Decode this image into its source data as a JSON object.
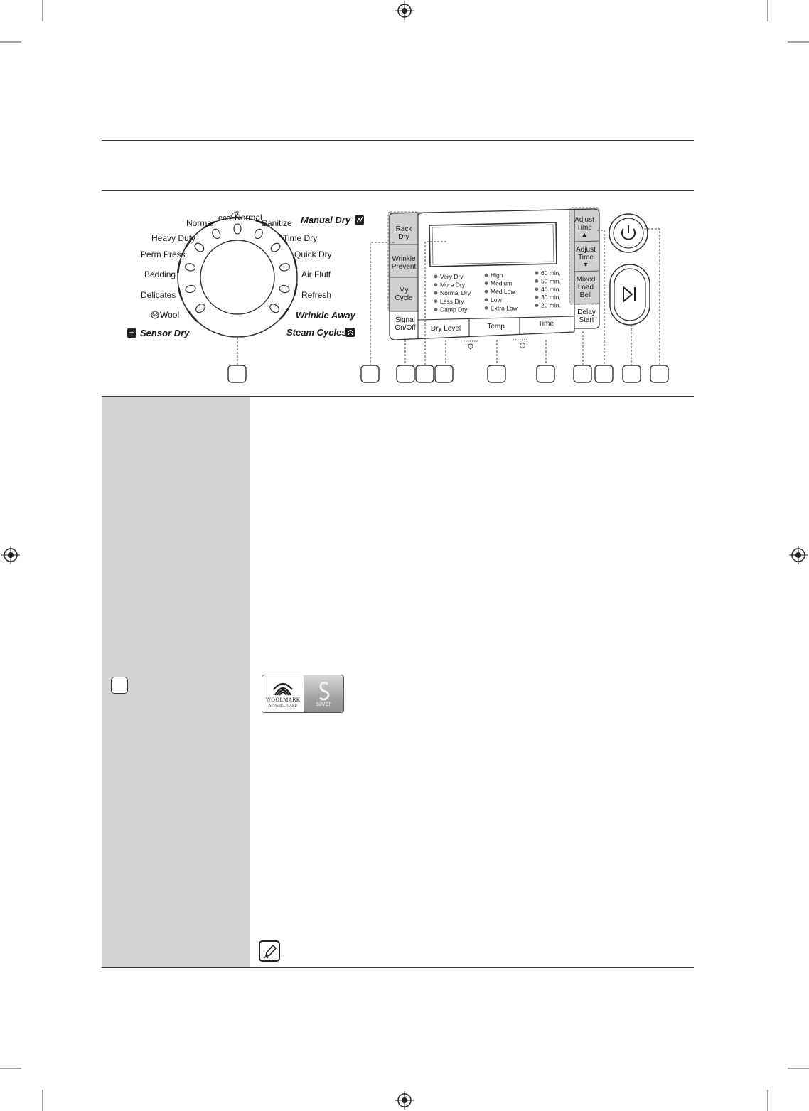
{
  "dial": {
    "left_labels": [
      "Normal",
      "Heavy Duty",
      "Perm Press",
      "Bedding",
      "Delicates",
      "Wool"
    ],
    "top_label_eco": "eco",
    "top_label_normal": "Normal",
    "right_labels": [
      "Sanitize",
      "Time Dry",
      "Quick Dry",
      "Air Fluff",
      "Refresh"
    ],
    "manual_dry": "Manual Dry",
    "wrinkle_away": "Wrinkle Away",
    "sensor_dry": "Sensor Dry",
    "steam_cycles": "Steam Cycles"
  },
  "panel": {
    "left_buttons": [
      {
        "line1": "Rack",
        "line2": "Dry"
      },
      {
        "line1": "Wrinkle",
        "line2": "Prevent"
      },
      {
        "line1": "My",
        "line2": "Cycle"
      }
    ],
    "signal": {
      "line1": "Signal",
      "line2": "On/Off"
    },
    "dry_level": {
      "label": "Dry Level",
      "options": [
        "Very Dry",
        "More Dry",
        "Normal Dry",
        "Less Dry",
        "Damp Dry"
      ]
    },
    "temp": {
      "label": "Temp.",
      "options": [
        "High",
        "Medium",
        "Med Low",
        "Low",
        "Extra Low"
      ]
    },
    "time": {
      "label": "Time",
      "options": [
        "60 min.",
        "50 min.",
        "40 min.",
        "30 min.",
        "20 min."
      ]
    },
    "right_buttons": [
      {
        "line1": "Adjust",
        "line2": "Time",
        "arrow": "▲"
      },
      {
        "line1": "Adjust",
        "line2": "Time",
        "arrow": "▼"
      },
      {
        "line1": "Mixed",
        "line2": "Load",
        "line3": "Bell"
      }
    ],
    "delay": {
      "line1": "Delay",
      "line2": "Start"
    },
    "colors": {
      "line": "#333333",
      "highlight": "#d0d0d0",
      "indicator": "#666666"
    }
  },
  "logos": {
    "woolmark_line1": "WOOLMARK",
    "woolmark_line2": "APPAREL CARE",
    "silver": "silver"
  },
  "icons": [
    "power-icon",
    "start-pause-icon",
    "note-icon",
    "registration-mark-icon"
  ]
}
